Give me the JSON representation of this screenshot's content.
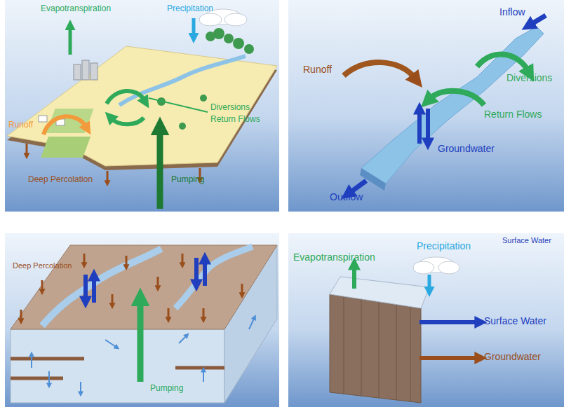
{
  "diagram": {
    "labels": [
      "Evapotranspiration",
      "Precipitation",
      "Runoff",
      "Diversions",
      "Return Flows",
      "Deep Percolation",
      "Pumping",
      "Inflow",
      "Runoff",
      "Diversions",
      "Return Flows",
      "Groundwater",
      "Outflow",
      "Surface Water",
      "Deep Percolation",
      "Pumping",
      "Evapotranspiration",
      "Precipitation",
      "Surface Water",
      "Groundwater"
    ]
  }
}
